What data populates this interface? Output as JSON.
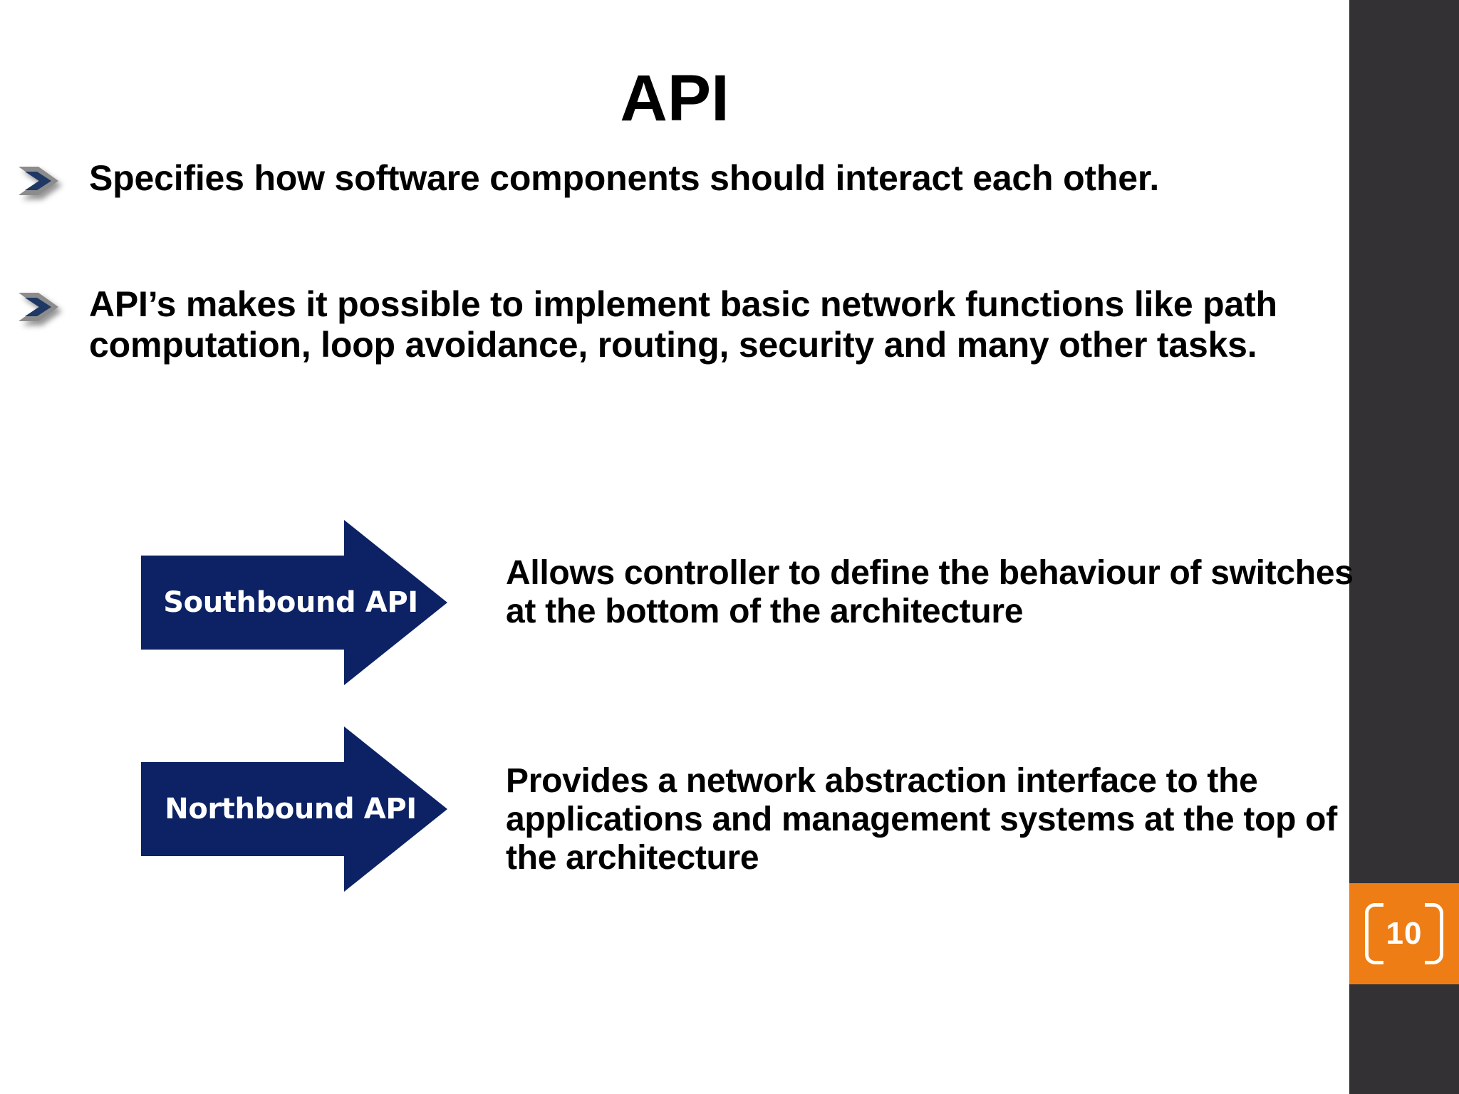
{
  "slide": {
    "title": "API",
    "page_number": "10",
    "accent_orange": "#ED7D14",
    "rail_dark": "#333133",
    "arrow_navy": "#0C2265",
    "bullet_navy": "#1F3864",
    "text_color": "#000000"
  },
  "bullets": [
    {
      "icon": "chevron-bullet-icon",
      "text": "Specifies how software components should interact each other."
    },
    {
      "icon": "chevron-bullet-icon",
      "text": "API’s makes it possible to implement basic network functions like path computation, loop avoidance, routing, security and many other tasks."
    }
  ],
  "arrows": [
    {
      "label": "Southbound API",
      "description": "Allows controller to define the behaviour of switches at the bottom of the architecture"
    },
    {
      "label": "Northbound API",
      "description": "Provides a network abstraction interface to the applications and management systems at the top of the architecture"
    }
  ]
}
